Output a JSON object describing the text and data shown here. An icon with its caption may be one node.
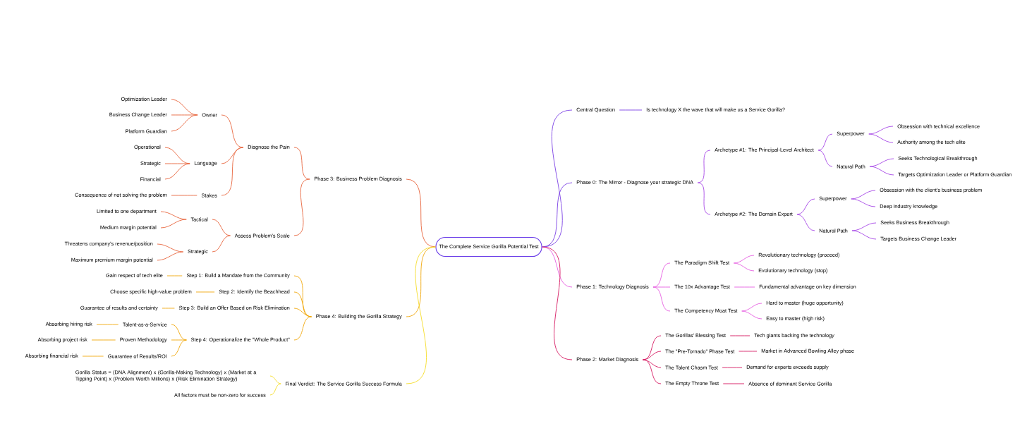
{
  "diagram": {
    "nodes": [
      {
        "text": [
          "The Complete Service Gorilla Potential Test"
        ]
      },
      {
        "text": [
          "Phase 3: Business Problem Diagnosis"
        ]
      },
      {
        "text": [
          "Diagnose the Pain"
        ]
      },
      {
        "text": [
          "Owner"
        ]
      },
      {
        "text": [
          "Optimization Leader"
        ]
      },
      {
        "text": [
          "Business Change Leader"
        ]
      },
      {
        "text": [
          "Platform Guardian"
        ]
      },
      {
        "text": [
          "Language"
        ]
      },
      {
        "text": [
          "Operational"
        ]
      },
      {
        "text": [
          "Strategic"
        ]
      },
      {
        "text": [
          "Financial"
        ]
      },
      {
        "text": [
          "Stakes"
        ]
      },
      {
        "text": [
          "Consequence of not solving the problem"
        ]
      },
      {
        "text": [
          "Assess Problem's Scale"
        ]
      },
      {
        "text": [
          "Tactical"
        ]
      },
      {
        "text": [
          "Limited to one department"
        ]
      },
      {
        "text": [
          "Medium margin potential"
        ]
      },
      {
        "text": [
          "Strategic"
        ]
      },
      {
        "text": [
          "Threatens company's revenue/position"
        ]
      },
      {
        "text": [
          "Maximum premium margin potential"
        ]
      },
      {
        "text": [
          "Phase 4: Building the Gorilla Strategy"
        ]
      },
      {
        "text": [
          "Step 1: Build a Mandate from the Community"
        ]
      },
      {
        "text": [
          "Gain respect of tech elite"
        ]
      },
      {
        "text": [
          "Step 2: Identify the Beachhead"
        ]
      },
      {
        "text": [
          "Choose specific high-value problem"
        ]
      },
      {
        "text": [
          "Step 3: Build an Offer Based on Risk Elimination"
        ]
      },
      {
        "text": [
          "Guarantee of results and certainty"
        ]
      },
      {
        "text": [
          "Step 4: Operationalize the \"Whole Product\""
        ]
      },
      {
        "text": [
          "Talent-as-a-Service"
        ]
      },
      {
        "text": [
          "Absorbing hiring risk"
        ]
      },
      {
        "text": [
          "Proven Methodology"
        ]
      },
      {
        "text": [
          "Absorbing project risk"
        ]
      },
      {
        "text": [
          "Guarantee of Results/ROI"
        ]
      },
      {
        "text": [
          "Absorbing financial risk"
        ]
      },
      {
        "text": [
          "Final Verdict: The Service Gorilla Success Formula"
        ]
      },
      {
        "text": [
          "Gorilla Status = (DNA Alignment) x (Gorilla-Making Technology) x (Market at a Tipping Point) x (Problem Worth Millions) x (Risk Elimination Strategy)"
        ]
      },
      {
        "text": [
          "All factors must be non-zero for success"
        ]
      },
      {
        "text": [
          "Central Question"
        ]
      },
      {
        "text": [
          "Is technology X the wave that will make us a Service Gorilla?"
        ]
      },
      {
        "text": [
          "Phase 0: The Mirror - Diagnose your strategic DNA"
        ]
      },
      {
        "text": [
          "Archetype #1: The Principal-Level Architect"
        ]
      },
      {
        "text": [
          "Superpower"
        ]
      },
      {
        "text": [
          "Obsession with technical excellence"
        ]
      },
      {
        "text": [
          "Authority among the tech elite"
        ]
      },
      {
        "text": [
          "Natural Path"
        ]
      },
      {
        "text": [
          "Seeks Technological Breakthrough"
        ]
      },
      {
        "text": [
          "Targets Optimization Leader or Platform Guardian"
        ]
      },
      {
        "text": [
          "Archetype #2: The Domain Expert"
        ]
      },
      {
        "text": [
          "Superpower"
        ]
      },
      {
        "text": [
          "Obsession with the client's business problem"
        ]
      },
      {
        "text": [
          "Deep industry knowledge"
        ]
      },
      {
        "text": [
          "Natural Path"
        ]
      },
      {
        "text": [
          "Seeks Business Breakthrough"
        ]
      },
      {
        "text": [
          "Targets Business Change Leader"
        ]
      },
      {
        "text": [
          "Phase 1: Technology Diagnosis"
        ]
      },
      {
        "text": [
          "The Paradigm Shift Test"
        ]
      },
      {
        "text": [
          "Revolutionary technology (proceed)"
        ]
      },
      {
        "text": [
          "Evolutionary technology (stop)"
        ]
      },
      {
        "text": [
          "The 10x Advantage Test"
        ]
      },
      {
        "text": [
          "Fundamental advantage on key dimension"
        ]
      },
      {
        "text": [
          "The Competency Moat Test"
        ]
      },
      {
        "text": [
          "Hard to master (huge opportunity)"
        ]
      },
      {
        "text": [
          "Easy to master (high risk)"
        ]
      },
      {
        "text": [
          "Phase 2: Market Diagnosis"
        ]
      },
      {
        "text": [
          "The Gorillas' Blessing Test"
        ]
      },
      {
        "text": [
          "Tech giants backing the technology"
        ]
      },
      {
        "text": [
          "The \"Pre-Tornado\" Phase Test"
        ]
      },
      {
        "text": [
          "Market in Advanced Bowling Alley phase"
        ]
      },
      {
        "text": [
          "The Talent Chasm Test"
        ]
      },
      {
        "text": [
          "Demand for experts exceeds supply"
        ]
      },
      {
        "text": [
          "The Empty Throne Test"
        ]
      },
      {
        "text": [
          "Absence of dominant Service Gorilla"
        ]
      }
    ],
    "edges": [
      {
        "from": 0,
        "to": 1,
        "arrow": "none"
      },
      {
        "from": 1,
        "to": 2,
        "arrow": "none"
      },
      {
        "from": 2,
        "to": 3,
        "arrow": "none"
      },
      {
        "from": 3,
        "to": 4,
        "arrow": "none"
      },
      {
        "from": 3,
        "to": 5,
        "arrow": "none"
      },
      {
        "from": 3,
        "to": 6,
        "arrow": "none"
      },
      {
        "from": 2,
        "to": 7,
        "arrow": "none"
      },
      {
        "from": 7,
        "to": 8,
        "arrow": "none"
      },
      {
        "from": 7,
        "to": 9,
        "arrow": "none"
      },
      {
        "from": 7,
        "to": 10,
        "arrow": "none"
      },
      {
        "from": 2,
        "to": 11,
        "arrow": "none"
      },
      {
        "from": 11,
        "to": 12,
        "arrow": "none"
      },
      {
        "from": 1,
        "to": 13,
        "arrow": "none"
      },
      {
        "from": 13,
        "to": 14,
        "arrow": "none"
      },
      {
        "from": 14,
        "to": 15,
        "arrow": "none"
      },
      {
        "from": 14,
        "to": 16,
        "arrow": "none"
      },
      {
        "from": 13,
        "to": 17,
        "arrow": "none"
      },
      {
        "from": 17,
        "to": 18,
        "arrow": "none"
      },
      {
        "from": 17,
        "to": 19,
        "arrow": "none"
      },
      {
        "from": 0,
        "to": 20,
        "arrow": "none",
        "color": "#f0a70a"
      },
      {
        "from": 20,
        "to": 21,
        "arrow": "none",
        "color": "#f0a70a"
      },
      {
        "from": 21,
        "to": 22,
        "arrow": "none",
        "color": "#f0a70a"
      },
      {
        "from": 20,
        "to": 23,
        "arrow": "none",
        "color": "#f0a70a"
      },
      {
        "from": 23,
        "to": 24,
        "arrow": "none",
        "color": "#f0a70a"
      },
      {
        "from": 20,
        "to": 25,
        "arrow": "none",
        "color": "#f0a70a"
      },
      {
        "from": 25,
        "to": 26,
        "arrow": "none",
        "color": "#f0a70a"
      },
      {
        "from": 20,
        "to": 27,
        "arrow": "none",
        "color": "#f0a70a"
      },
      {
        "from": 27,
        "to": 28,
        "arrow": "none",
        "color": "#f0a70a"
      },
      {
        "from": 28,
        "to": 29,
        "arrow": "none",
        "color": "#f0a70a"
      },
      {
        "from": 27,
        "to": 30,
        "arrow": "none",
        "color": "#f0a70a"
      },
      {
        "from": 30,
        "to": 31,
        "arrow": "none",
        "color": "#f0a70a"
      },
      {
        "from": 27,
        "to": 32,
        "arrow": "none",
        "color": "#f0a70a"
      },
      {
        "from": 32,
        "to": 33,
        "arrow": "none",
        "color": "#f0a70a"
      },
      {
        "from": 0,
        "to": 34,
        "arrow": "none",
        "color": "#f5dc28"
      },
      {
        "from": 34,
        "to": 35,
        "arrow": "none",
        "color": "#f5dc28"
      },
      {
        "from": 34,
        "to": 36,
        "arrow": "none",
        "color": "#f5dc28"
      },
      {
        "from": 0,
        "to": 37,
        "arrow": "none",
        "color": "#7b3fe4"
      },
      {
        "from": 37,
        "to": 38,
        "arrow": "none",
        "color": "#7b3fe4"
      },
      {
        "from": 0,
        "to": 39,
        "arrow": "none",
        "color": "#7b3fe4"
      },
      {
        "from": 39,
        "to": 40,
        "arrow": "none",
        "color": "#a646e6"
      },
      {
        "from": 40,
        "to": 41,
        "arrow": "none",
        "color": "#a646e6"
      },
      {
        "from": 41,
        "to": 42,
        "arrow": "none",
        "color": "#a646e6"
      },
      {
        "from": 41,
        "to": 43,
        "arrow": "none",
        "color": "#a646e6"
      },
      {
        "from": 40,
        "to": 44,
        "arrow": "none",
        "color": "#a646e6"
      },
      {
        "from": 44,
        "to": 45,
        "arrow": "none",
        "color": "#a646e6"
      },
      {
        "from": 44,
        "to": 46,
        "arrow": "none",
        "color": "#a646e6"
      },
      {
        "from": 39,
        "to": 47,
        "arrow": "none",
        "color": "#a646e6"
      },
      {
        "from": 47,
        "to": 48,
        "arrow": "none",
        "color": "#a646e6"
      },
      {
        "from": 48,
        "to": 49,
        "arrow": "none",
        "color": "#a646e6"
      },
      {
        "from": 48,
        "to": 50,
        "arrow": "none",
        "color": "#a646e6"
      },
      {
        "from": 47,
        "to": 51,
        "arrow": "none",
        "color": "#a646e6"
      },
      {
        "from": 51,
        "to": 52,
        "arrow": "none",
        "color": "#a646e6"
      },
      {
        "from": 51,
        "to": 53,
        "arrow": "none",
        "color": "#a646e6"
      },
      {
        "from": 0,
        "to": 54,
        "arrow": "none",
        "color": "#e55ce0"
      },
      {
        "from": 54,
        "to": 55,
        "arrow": "none",
        "color": "#e55ce0"
      },
      {
        "from": 55,
        "to": 56,
        "arrow": "none",
        "color": "#e55ce0"
      },
      {
        "from": 55,
        "to": 57,
        "arrow": "none",
        "color": "#e55ce0"
      },
      {
        "from": 54,
        "to": 58,
        "arrow": "none",
        "color": "#e55ce0"
      },
      {
        "from": 58,
        "to": 59,
        "arrow": "none",
        "color": "#e55ce0"
      },
      {
        "from": 54,
        "to": 60,
        "arrow": "none",
        "color": "#e55ce0"
      },
      {
        "from": 60,
        "to": 61,
        "arrow": "none",
        "color": "#e55ce0"
      },
      {
        "from": 60,
        "to": 62,
        "arrow": "none",
        "color": "#e55ce0"
      },
      {
        "from": 0,
        "to": 63,
        "arrow": "none",
        "color": "#d61a62"
      },
      {
        "from": 63,
        "to": 64,
        "arrow": "none",
        "color": "#d61a62"
      },
      {
        "from": 64,
        "to": 65,
        "arrow": "none",
        "color": "#d61a62"
      },
      {
        "from": 63,
        "to": 66,
        "arrow": "none",
        "color": "#d61a62"
      },
      {
        "from": 66,
        "to": 67,
        "arrow": "none",
        "color": "#d61a62"
      },
      {
        "from": 63,
        "to": 68,
        "arrow": "none",
        "color": "#d61a62"
      },
      {
        "from": 68,
        "to": 69,
        "arrow": "none",
        "color": "#d61a62"
      },
      {
        "from": 63,
        "to": 70,
        "arrow": "none",
        "color": "#d61a62"
      },
      {
        "from": 70,
        "to": 71,
        "arrow": "none",
        "color": "#d61a62"
      }
    ]
  }
}
